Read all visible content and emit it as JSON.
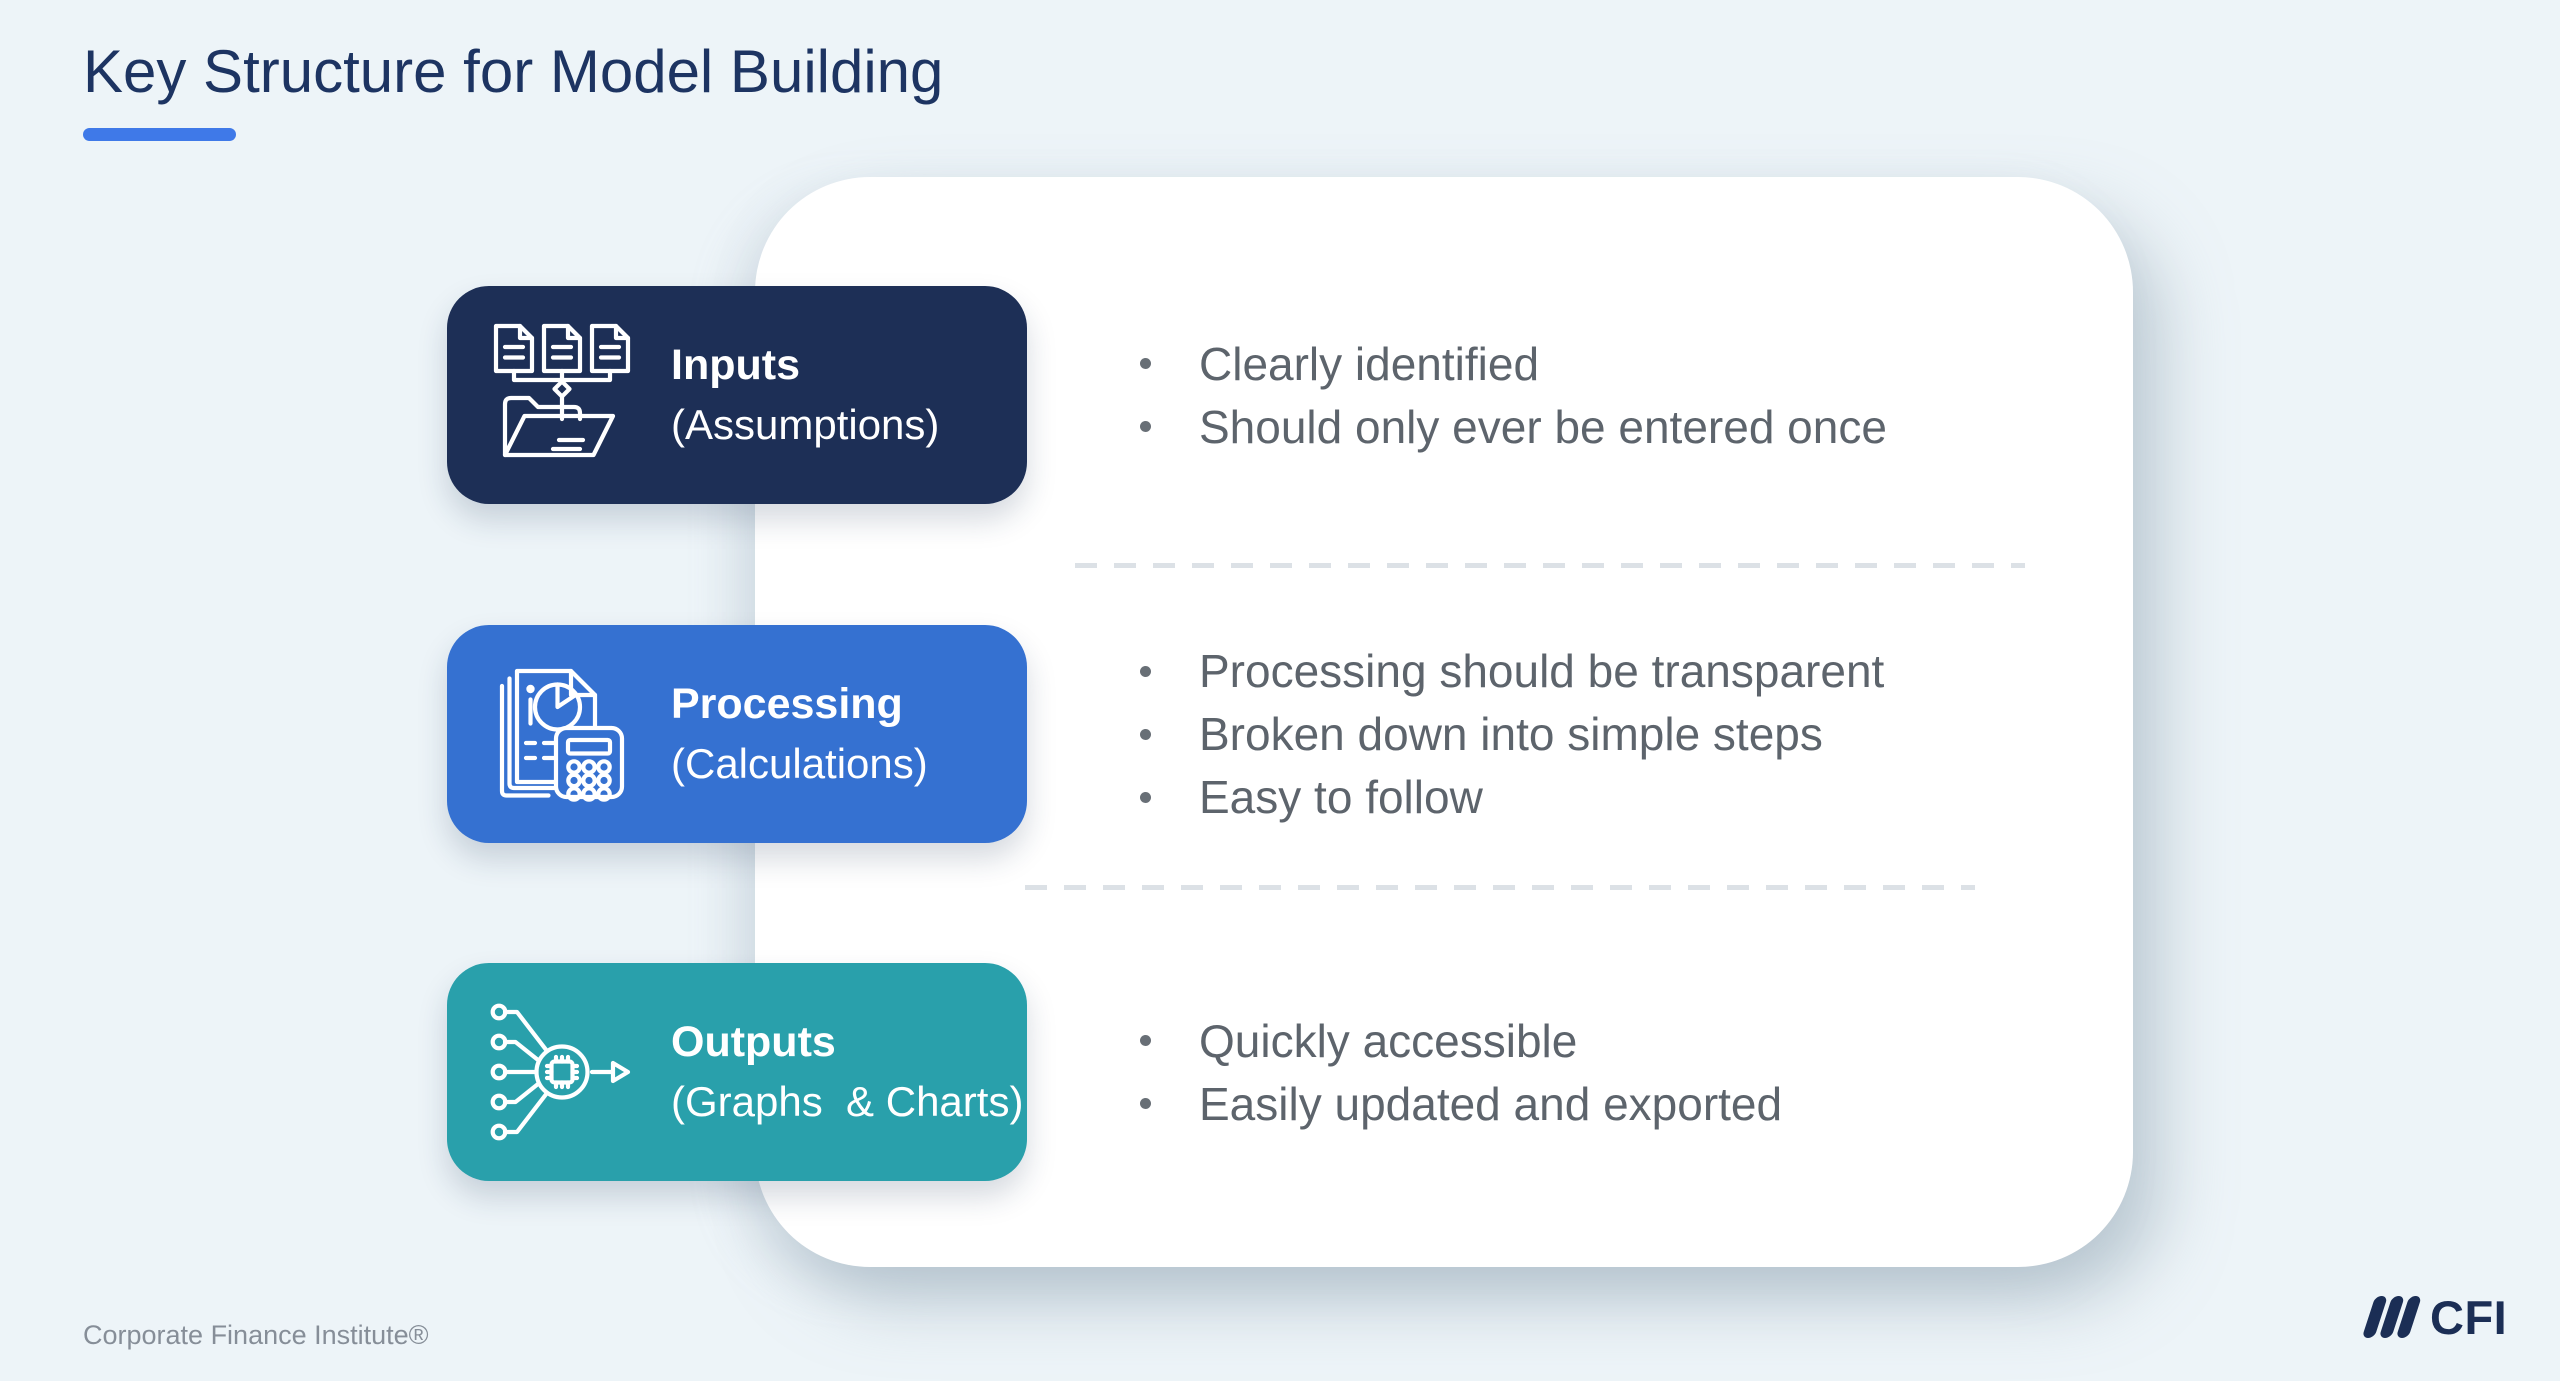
{
  "header": {
    "title": "Key Structure for Model Building"
  },
  "rows": [
    {
      "id": "inputs",
      "label": "Inputs",
      "sublabel": "(Assumptions)",
      "color": "#1d2f56",
      "icon": "documents-to-folder-icon",
      "bullets": [
        "Clearly identified",
        "Should only ever be entered once"
      ]
    },
    {
      "id": "processing",
      "label": "Processing",
      "sublabel": "(Calculations)",
      "color": "#3571d1",
      "icon": "report-calculator-icon",
      "bullets": [
        "Processing should be transparent",
        "Broken down into simple steps",
        "Easy to follow"
      ]
    },
    {
      "id": "outputs",
      "label": "Outputs",
      "sublabel": "(Graphs  & Charts)",
      "color": "#29a0ab",
      "icon": "data-processing-chip-icon",
      "bullets": [
        "Quickly accessible",
        "Easily updated and exported"
      ]
    }
  ],
  "footer": {
    "attribution": "Corporate Finance Institute®",
    "logo_text": "CFI"
  },
  "icons": {
    "inputs": "documents-to-folder-icon",
    "processing": "report-calculator-icon",
    "outputs": "data-processing-chip-icon",
    "logo": "cfi-logo-bars-icon"
  },
  "colors": {
    "background": "#edf4f8",
    "card": "#ffffff",
    "title_text": "#1d3462",
    "accent_bar": "#3f79e8",
    "bullet_text": "#5d646c",
    "bullet_dot": "#686f76",
    "dash": "#dce1e6",
    "footer_text": "#868e98",
    "logo_navy": "#1b2e55",
    "inputs_navy": "#1d2f56",
    "processing_blue": "#3571d1",
    "outputs_teal": "#29a0ab"
  }
}
